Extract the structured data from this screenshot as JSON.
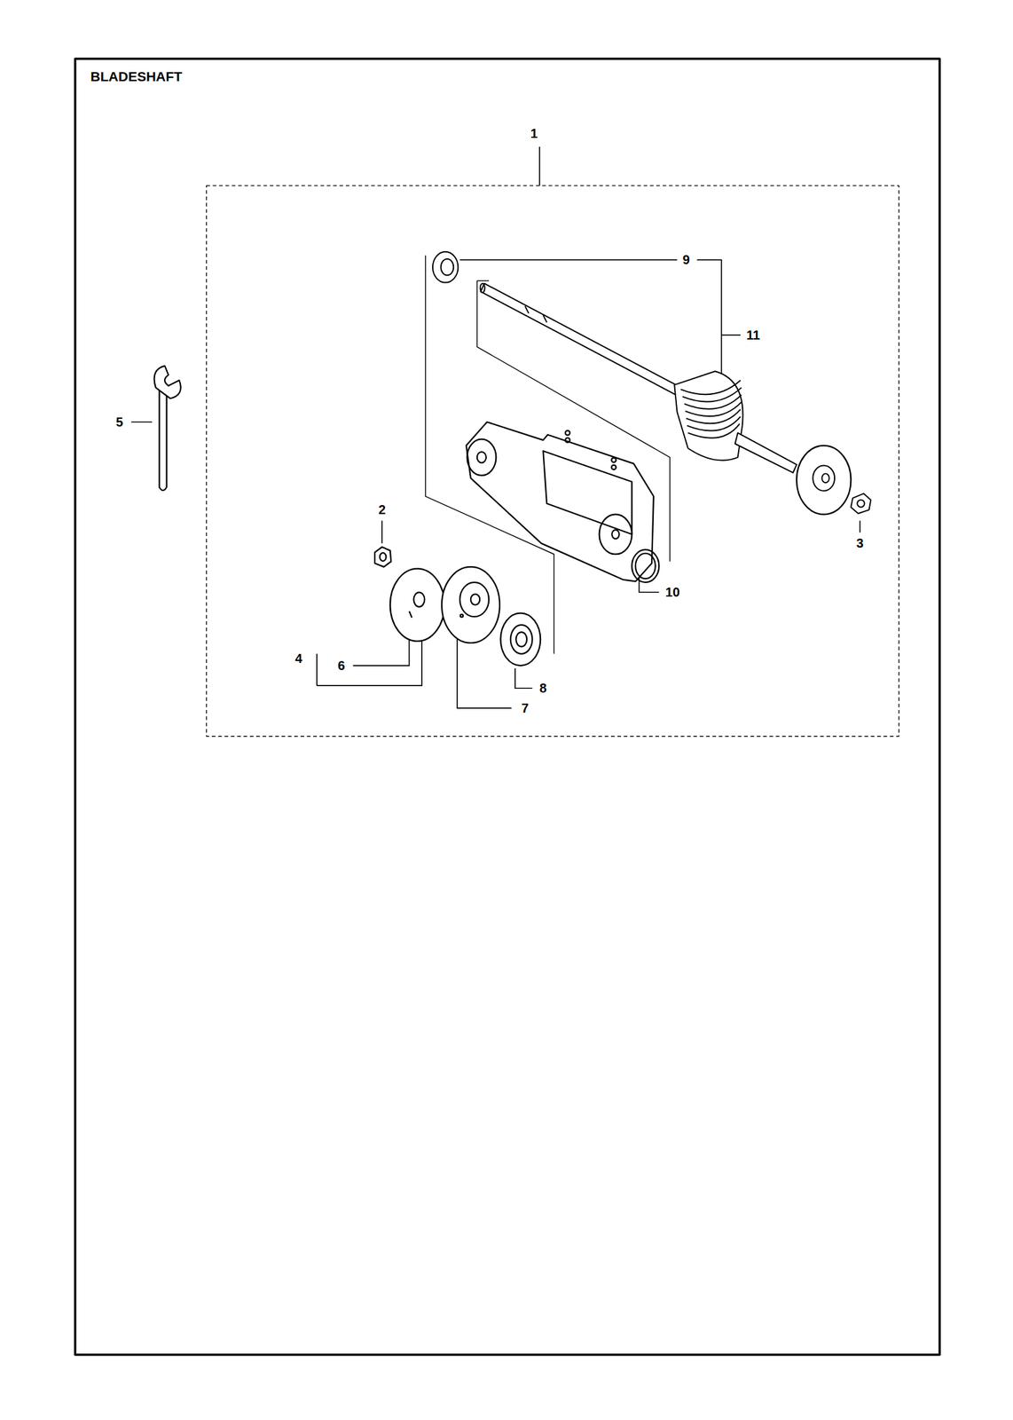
{
  "diagram": {
    "title": "BLADESHAFT",
    "labels": [
      "1",
      "9",
      "11",
      "5",
      "2",
      "3",
      "10",
      "4",
      "6",
      "8",
      "7"
    ]
  }
}
